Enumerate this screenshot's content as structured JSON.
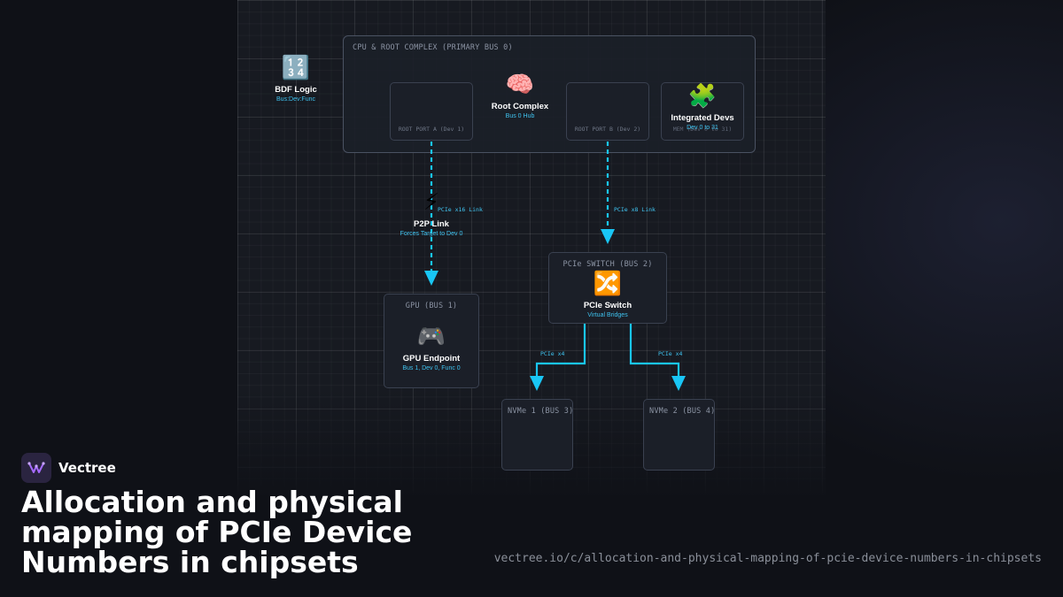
{
  "diagram": {
    "bdf_logic": {
      "icon": "🔢",
      "title": "BDF Logic",
      "subtitle": "Bus:Dev:Func"
    },
    "root_complex_container": {
      "label": "CPU & ROOT COMPLEX (PRIMARY BUS 0)"
    },
    "root_port_a": {
      "label": "ROOT PORT A (Dev 1)"
    },
    "root_complex": {
      "icon": "🧠",
      "title": "Root Complex",
      "subtitle": "Bus 0 Hub"
    },
    "root_port_b": {
      "label": "ROOT PORT B (Dev 2)"
    },
    "integrated_devs": {
      "icon": "🧩",
      "title": "Integrated Devs",
      "subtitle": "Dev 0 to 31",
      "label": "MEM (Dev 0 to 31)"
    },
    "link_a": {
      "label": "PCIe x16 Link"
    },
    "link_b": {
      "label": "PCIe x8 Link"
    },
    "p2p_link": {
      "icon": "⚡",
      "title": "P2P Link",
      "subtitle": "Forces Target to Dev 0"
    },
    "gpu": {
      "label": "GPU (BUS 1)",
      "icon": "🎮",
      "title": "GPU Endpoint",
      "subtitle": "Bus 1, Dev 0, Func 0"
    },
    "pcie_switch": {
      "label": "PCIe SWITCH (BUS 2)",
      "icon": "🔀",
      "title": "PCIe Switch",
      "subtitle": "Virtual Bridges"
    },
    "link_nvme1": {
      "label": "PCIe x4"
    },
    "link_nvme2": {
      "label": "PCIe x4"
    },
    "nvme1": {
      "label": "NVMe 1 (BUS 3)"
    },
    "nvme2": {
      "label": "NVMe 2 (BUS 4)"
    }
  },
  "brand": {
    "name": "Vectree"
  },
  "title": "Allocation and physical mapping of PCIe Device Numbers in chipsets",
  "url": "vectree.io/c/allocation-and-physical-mapping-of-pcie-device-numbers-in-chipsets",
  "colors": {
    "accent": "#19c6f5",
    "background": "#0f1117",
    "panel": "#171a21",
    "brand_logo": "#a66bff"
  }
}
